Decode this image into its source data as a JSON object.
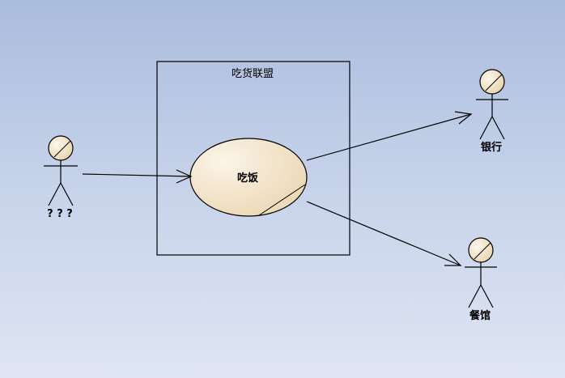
{
  "diagram": {
    "system_boundary": {
      "title": "吃货联盟"
    },
    "use_case": {
      "name": "吃饭"
    },
    "actors": {
      "customer": {
        "name": "? ? ?"
      },
      "bank": {
        "name": "银行"
      },
      "restaurant": {
        "name": "餐馆"
      }
    },
    "colors": {
      "background_top": "#aabcdd",
      "background_bottom": "#dfe5f3",
      "use_case_fill": "#f4e6cf",
      "actor_head_fill": "#f1e2c6",
      "line": "#000000"
    }
  }
}
